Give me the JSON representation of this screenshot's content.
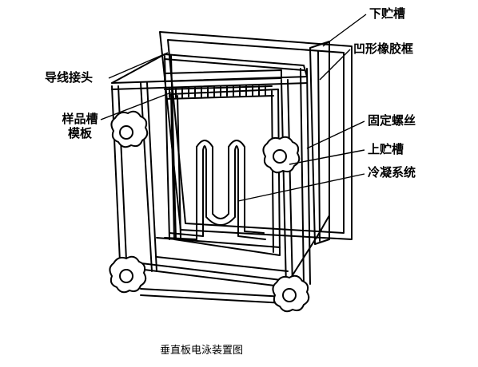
{
  "diagram": {
    "caption": "垂直板电泳装置图",
    "labels": {
      "lower_reservoir": "下贮槽",
      "concave_rubber_frame": "凹形橡胶框",
      "wire_connector": "导线接头",
      "sample_slot_template": "样品槽模板",
      "fixing_screw": "固定螺丝",
      "upper_reservoir": "上贮槽",
      "condenser_system": "冷凝系统"
    }
  }
}
